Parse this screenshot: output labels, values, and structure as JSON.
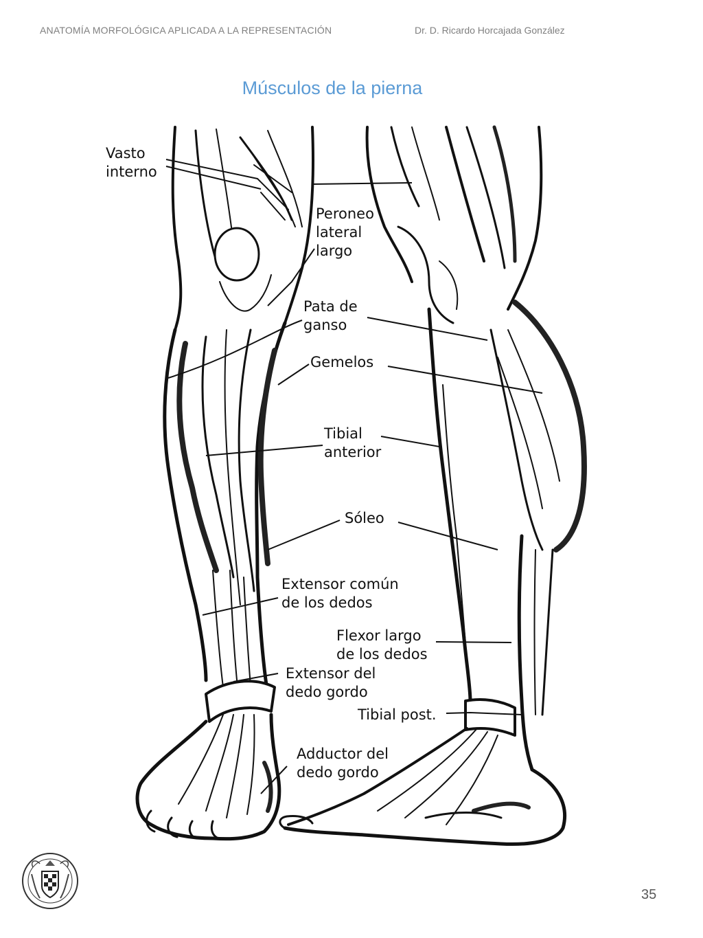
{
  "header": {
    "course": "ANATOMÍA MORFOLÓGICA APLICADA A LA REPRESENTACIÓN",
    "author": "Dr. D. Ricardo Horcajada González"
  },
  "title": "Músculos de la pierna",
  "labels": {
    "vasto_interno": "Vasto\ninterno",
    "peroneo_lateral_largo": "Peroneo\nlateral\nlargo",
    "pata_de_ganso": "Pata de\nganso",
    "gemelos": "Gemelos",
    "tibial_anterior": "Tibial\nanterior",
    "soleo": "Sóleo",
    "extensor_comun": "Extensor común\nde los dedos",
    "flexor_largo": "Flexor largo\nde los dedos",
    "extensor_dedo_gordo": "Extensor del\ndedo gordo",
    "tibial_post": "Tibial post.",
    "adductor_dedo_gordo": "Adductor del\ndedo gordo"
  },
  "page_number": "35",
  "colors": {
    "title": "#5b9bd5",
    "header": "#7f7f7f",
    "ink": "#111111"
  }
}
